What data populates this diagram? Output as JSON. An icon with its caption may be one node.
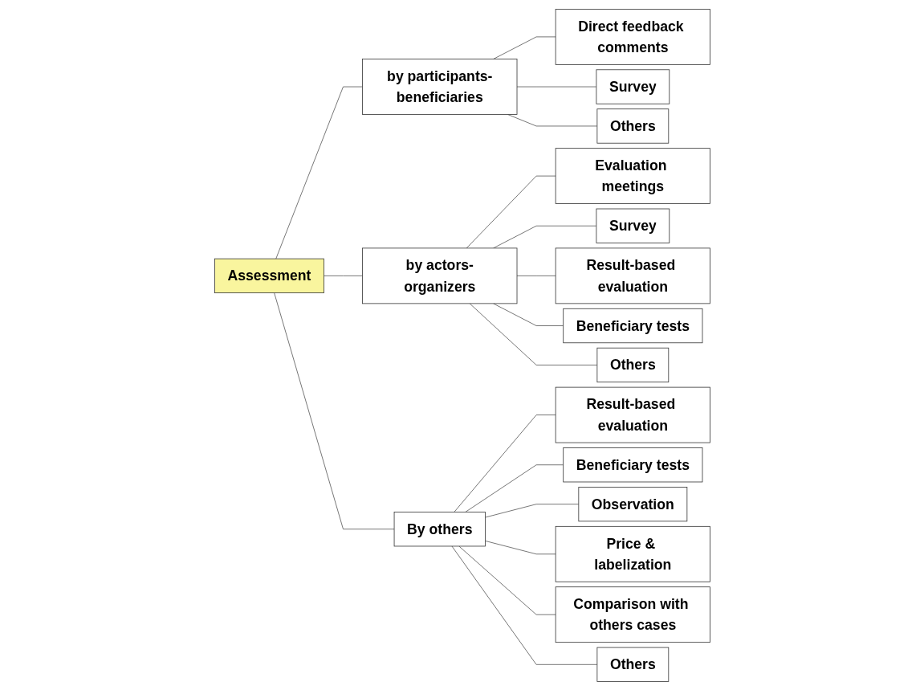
{
  "diagram": {
    "nodes": [
      {
        "text": [
          "Assessment"
        ]
      },
      {
        "text": [
          "by participants-beneficiaries"
        ]
      },
      {
        "text": [
          "Direct feedback comments"
        ]
      },
      {
        "text": [
          "Survey"
        ]
      },
      {
        "text": [
          "Others"
        ]
      },
      {
        "text": [
          "by actors-organizers"
        ]
      },
      {
        "text": [
          "Evaluation meetings"
        ]
      },
      {
        "text": [
          "Survey"
        ]
      },
      {
        "text": [
          "Result-based evaluation"
        ]
      },
      {
        "text": [
          "Beneficiary tests"
        ]
      },
      {
        "text": [
          "Others"
        ]
      },
      {
        "text": [
          "By others"
        ]
      },
      {
        "text": [
          "Result-based evaluation"
        ]
      },
      {
        "text": [
          "Beneficiary tests"
        ]
      },
      {
        "text": [
          "Observation"
        ]
      },
      {
        "text": [
          "Price & labelization"
        ]
      },
      {
        "text": [
          "Comparison with others cases"
        ]
      },
      {
        "text": [
          "Others"
        ]
      }
    ],
    "edges": [
      {
        "from": 0,
        "to": 1,
        "arrow": "none"
      },
      {
        "from": 0,
        "to": 5,
        "arrow": "none"
      },
      {
        "from": 0,
        "to": 11,
        "arrow": "none"
      },
      {
        "from": 1,
        "to": 2,
        "arrow": "none"
      },
      {
        "from": 1,
        "to": 3,
        "arrow": "none"
      },
      {
        "from": 1,
        "to": 4,
        "arrow": "none"
      },
      {
        "from": 5,
        "to": 6,
        "arrow": "none"
      },
      {
        "from": 5,
        "to": 7,
        "arrow": "none"
      },
      {
        "from": 5,
        "to": 8,
        "arrow": "none"
      },
      {
        "from": 5,
        "to": 9,
        "arrow": "none"
      },
      {
        "from": 5,
        "to": 10,
        "arrow": "none"
      },
      {
        "from": 11,
        "to": 12,
        "arrow": "none"
      },
      {
        "from": 11,
        "to": 13,
        "arrow": "none"
      },
      {
        "from": 11,
        "to": 14,
        "arrow": "none"
      },
      {
        "from": 11,
        "to": 15,
        "arrow": "none"
      },
      {
        "from": 11,
        "to": 16,
        "arrow": "none"
      },
      {
        "from": 11,
        "to": 17,
        "arrow": "none"
      }
    ]
  }
}
